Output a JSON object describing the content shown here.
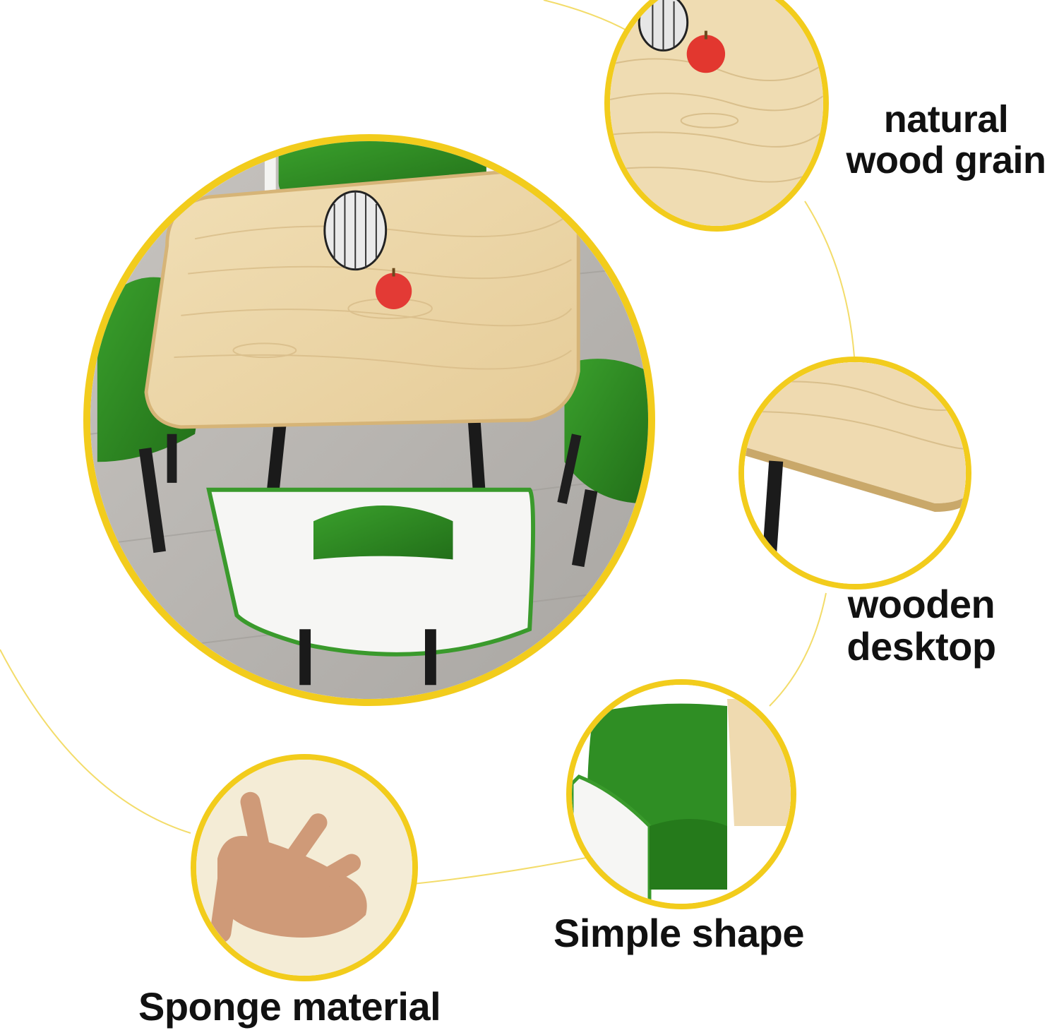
{
  "colors": {
    "ring": "#f2cc1c",
    "connector": "#f3dc6a",
    "wood": "#edd6a8",
    "chair_green": "#2d8a22",
    "chair_white": "#f6f6f4",
    "floor": "#b9b6b2"
  },
  "callouts": {
    "wood_grain": {
      "line1": "natural",
      "line2": "wood grain"
    },
    "desktop": {
      "line1": "wooden",
      "line2": "desktop"
    },
    "shape": {
      "text": "Simple shape"
    },
    "sponge": {
      "text": "Sponge material"
    }
  }
}
